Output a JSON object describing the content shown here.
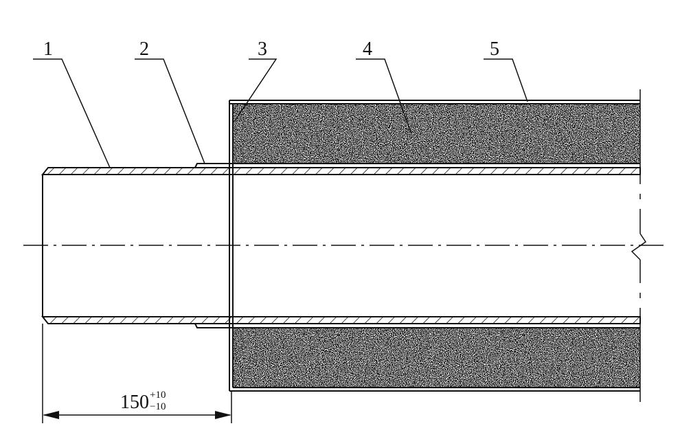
{
  "callouts": [
    {
      "id": "1",
      "text": "1"
    },
    {
      "id": "2",
      "text": "2"
    },
    {
      "id": "3",
      "text": "3"
    },
    {
      "id": "4",
      "text": "4"
    },
    {
      "id": "5",
      "text": "5"
    }
  ],
  "dimension": {
    "value": "150",
    "upper_tolerance": "+10",
    "lower_tolerance": "−10"
  },
  "colors": {
    "ink": "#111111",
    "background": "#ffffff"
  }
}
